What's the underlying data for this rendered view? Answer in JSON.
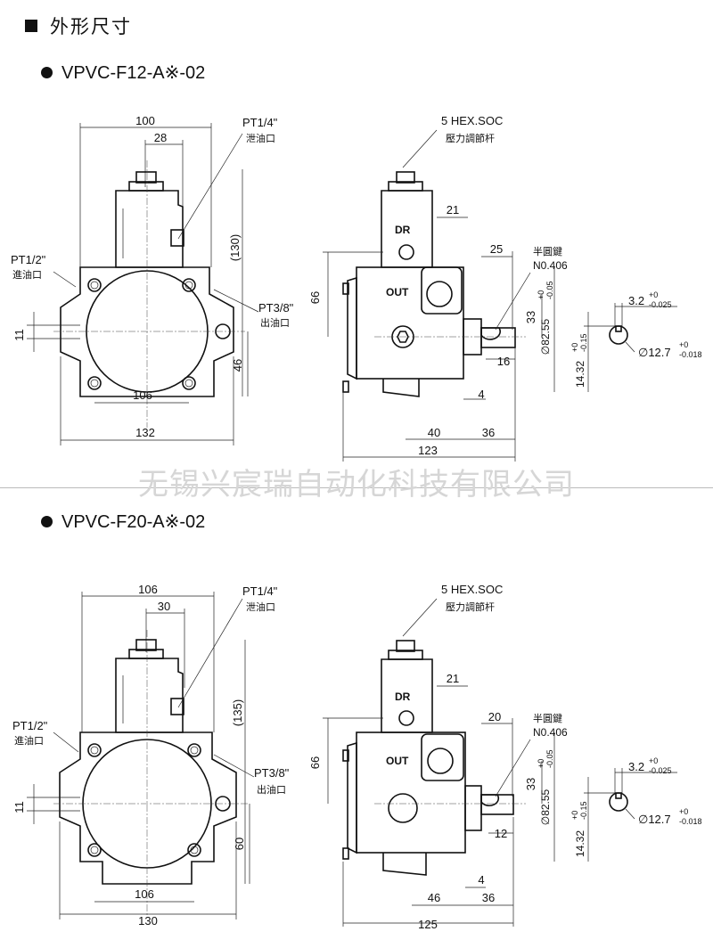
{
  "header": {
    "title": "外形尺寸"
  },
  "watermark": "无锡兴宸瑞自动化科技有限公司",
  "models": [
    {
      "name": "VPVC-F12-A※-02",
      "front": {
        "width_total": "100",
        "offset": "28",
        "height": "(130)",
        "port_offset": "46",
        "bolt_spacing": "106",
        "base_width": "132",
        "inlet_height": "11",
        "drain_port": "PT1/4\"",
        "drain_label": "泄油口",
        "inlet_port": "PT1/2\"",
        "inlet_label": "進油口",
        "outlet_port": "PT3/8\"",
        "outlet_label": "出油口"
      },
      "side": {
        "hex": "5 HEX.SOC",
        "hex_label": "壓力調節杆",
        "dr": "DR",
        "out": "OUT",
        "d21": "21",
        "d25": "25",
        "d66": "66",
        "d33": "33",
        "dia": "∅82.55",
        "tol1": "+0",
        "tol2": "-0.05",
        "d16": "16",
        "d4": "4",
        "d40": "40",
        "d36": "36",
        "d123": "123",
        "key": "半圓鍵",
        "key_no": "N0.406"
      },
      "shaft": {
        "key_w": "3.2",
        "key_tol1": "+0",
        "key_tol2": "-0.025",
        "shaft_h": "14.32",
        "h_tol1": "+0",
        "h_tol2": "-0.15",
        "shaft_d": "∅12.7",
        "d_tol1": "+0",
        "d_tol2": "-0.018"
      }
    },
    {
      "name": "VPVC-F20-A※-02",
      "front": {
        "width_total": "106",
        "offset": "30",
        "height": "(135)",
        "port_offset": "60",
        "bolt_spacing": "106",
        "base_width": "130",
        "inlet_height": "11",
        "drain_port": "PT1/4\"",
        "drain_label": "泄油口",
        "inlet_port": "PT1/2\"",
        "inlet_label": "進油口",
        "outlet_port": "PT3/8\"",
        "outlet_label": "出油口"
      },
      "side": {
        "hex": "5 HEX.SOC",
        "hex_label": "壓力調節杆",
        "dr": "DR",
        "out": "OUT",
        "d21": "21",
        "d25": "20",
        "d66": "66",
        "d33": "33",
        "dia": "∅82.55",
        "tol1": "+0",
        "tol2": "-0.05",
        "d16": "12",
        "d4": "4",
        "d40": "46",
        "d36": "36",
        "d123": "125",
        "key": "半圓鍵",
        "key_no": "N0.406"
      },
      "shaft": {
        "key_w": "3.2",
        "key_tol1": "+0",
        "key_tol2": "-0.025",
        "shaft_h": "14.32",
        "h_tol1": "+0",
        "h_tol2": "-0.15",
        "shaft_d": "∅12.7",
        "d_tol1": "+0",
        "d_tol2": "-0.018"
      }
    }
  ]
}
